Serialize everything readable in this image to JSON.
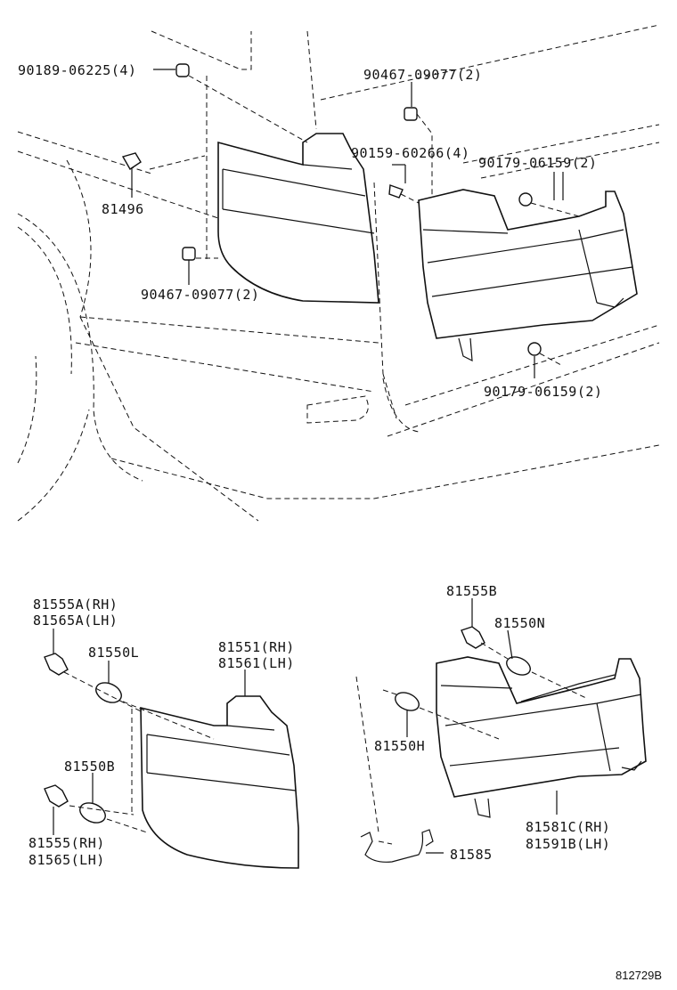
{
  "top_view": {
    "labels": {
      "nut_90189": "90189-06225(4)",
      "nut_90467_top": "90467-09077(2)",
      "screw_90159": "90159-60266(4)",
      "nut_90179_top": "90179-06159(2)",
      "clip_81496": "81496",
      "nut_90467_left": "90467-09077(2)",
      "nut_90179_bottom": "90179-06159(2)"
    }
  },
  "bottom_view": {
    "labels": {
      "socket_81555a": "81555A(RH)",
      "socket_81565a": "81565A(LH)",
      "bulb_81550l": "81550L",
      "lens_81551": "81551(RH)",
      "lens_81561": "81561(LH)",
      "bulb_81550b": "81550B",
      "socket_81555": "81555(RH)",
      "socket_81565": "81565(LH)",
      "socket_81555b": "81555B",
      "bulb_81550n": "81550N",
      "bulb_81550h": "81550H",
      "wire_81585": "81585",
      "lamp_81581c": "81581C(RH)",
      "lamp_81591b": "81591B(LH)"
    }
  },
  "diagram_id": "812729B"
}
